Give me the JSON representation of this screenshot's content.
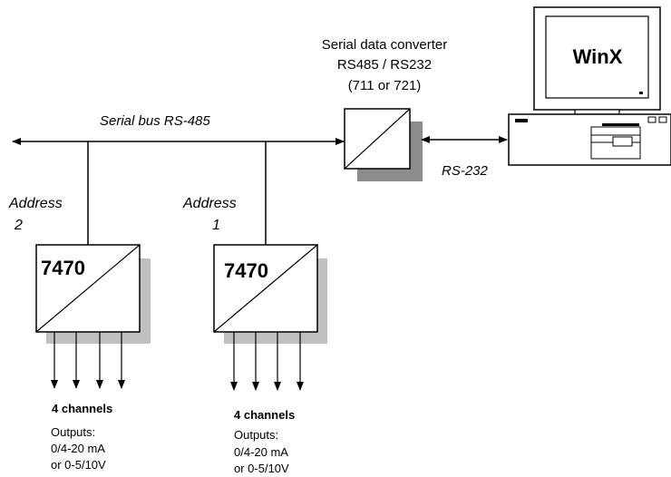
{
  "bus": {
    "label": "Serial bus RS-485"
  },
  "converter": {
    "title_line1": "Serial data converter",
    "title_line2": "RS485 / RS232",
    "title_line3": "(711 or 721)"
  },
  "link": {
    "label": "RS-232"
  },
  "computer": {
    "screen_label": "WinX"
  },
  "modules": [
    {
      "address_label": "Address",
      "address_value": "2",
      "model": "7470",
      "channels_label": "4 channels",
      "outputs_label": "Outputs:",
      "output_range_1": "0/4-20 mA",
      "output_range_2": "or 0-5/10V"
    },
    {
      "address_label": "Address",
      "address_value": "1",
      "model": "7470",
      "channels_label": "4 channels",
      "outputs_label": "Outputs:",
      "output_range_1": "0/4-20 mA",
      "output_range_2": "or 0-5/10V"
    }
  ]
}
